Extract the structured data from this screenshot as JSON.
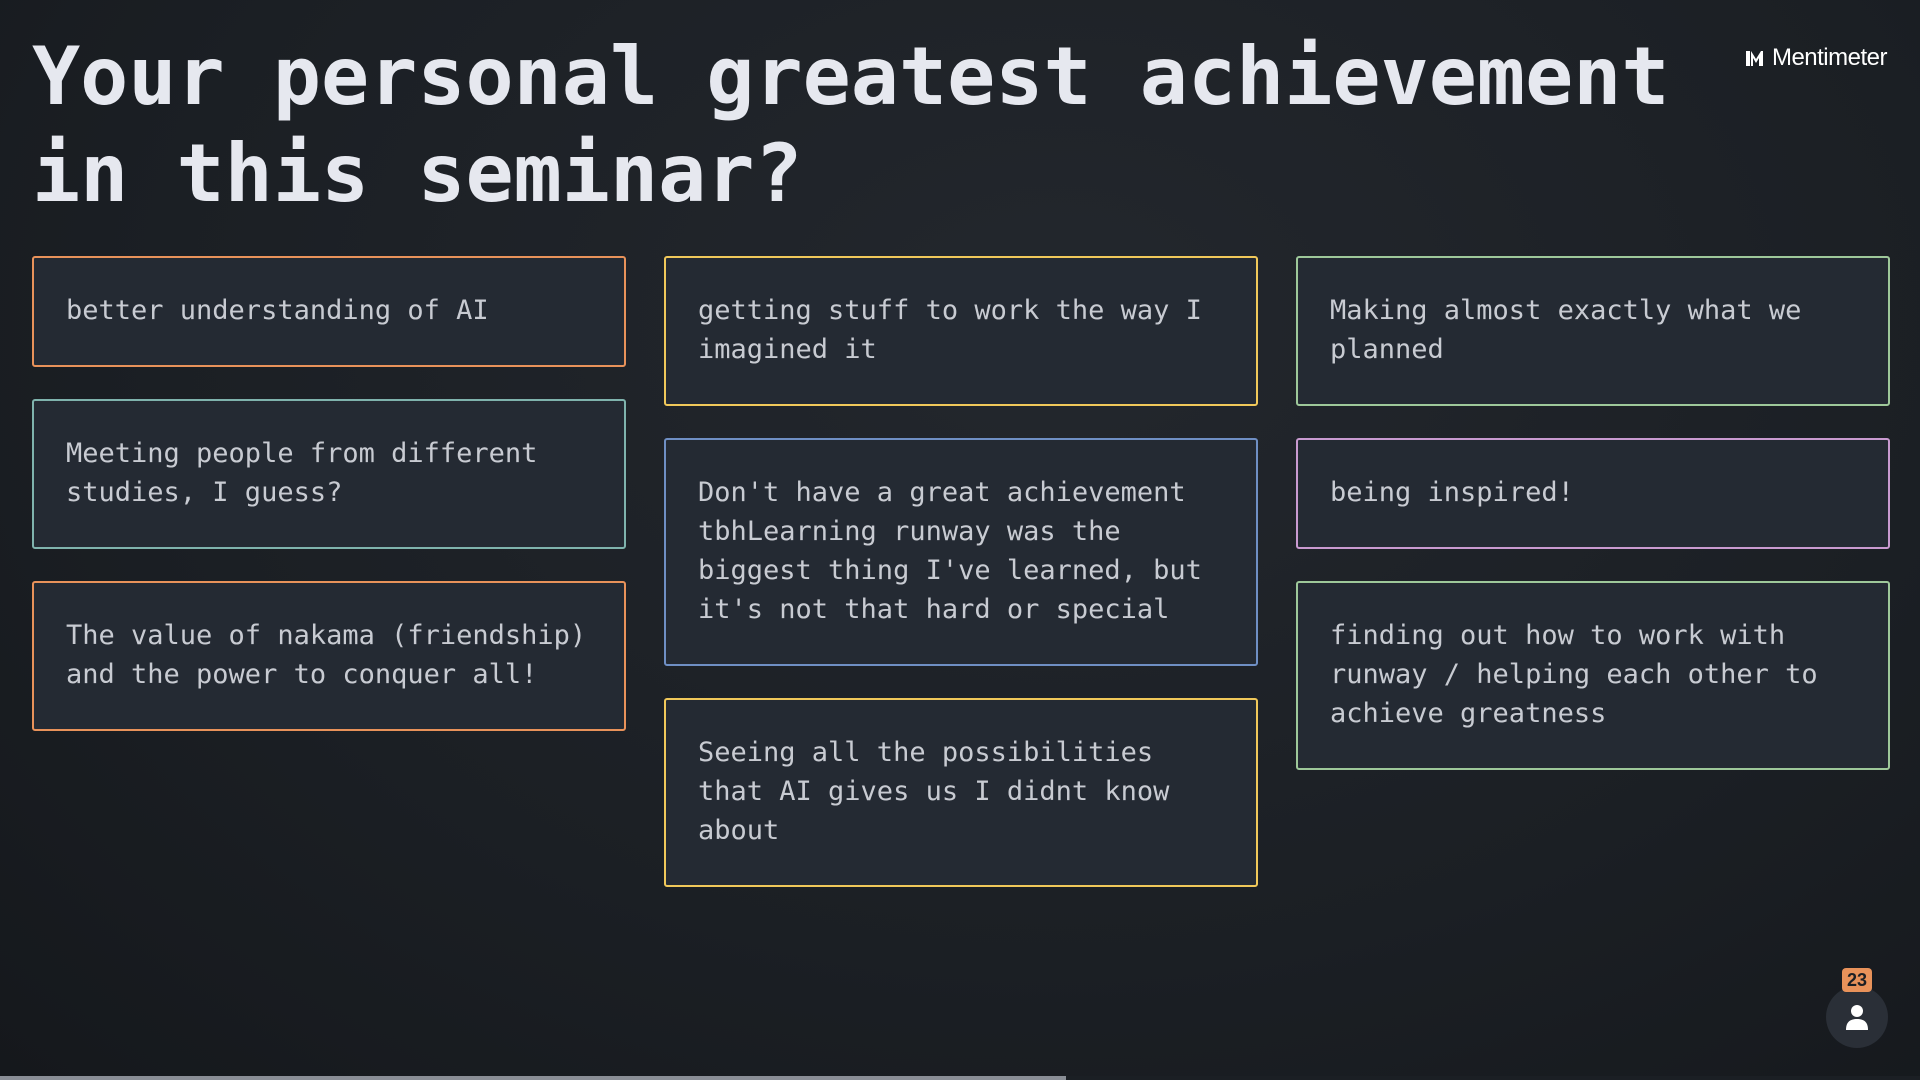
{
  "slide": {
    "title": "Your personal greatest achievement in this seminar?",
    "brand": "Mentimeter"
  },
  "colors": {
    "orange": "#e8925a",
    "yellow": "#f0c85a",
    "green": "#9ec89a",
    "teal": "#7fb3ad",
    "blue": "#6f8fc4",
    "pink": "#c99ad0"
  },
  "columns": [
    [
      {
        "text": "better understanding of AI",
        "color": "orange"
      },
      {
        "text": "Meeting people from different studies, I guess?",
        "color": "teal"
      },
      {
        "text": "The value of nakama (friendship) and the power to conquer all!",
        "color": "orange"
      }
    ],
    [
      {
        "text": "getting stuff to work the way I imagined it",
        "color": "yellow"
      },
      {
        "text": "Don't have a great achievement tbhLearning runway was the biggest thing I've learned, but it's not that hard or special",
        "color": "blue"
      },
      {
        "text": "Seeing all the possibilities that AI gives us I didnt know about",
        "color": "yellow"
      }
    ],
    [
      {
        "text": "Making almost exactly what we planned",
        "color": "green"
      },
      {
        "text": "being inspired!",
        "color": "pink"
      },
      {
        "text": "finding out how to work with runway / helping each other to achieve greatness",
        "color": "green"
      }
    ]
  ],
  "participants": {
    "count": "23",
    "icon": "person-icon"
  },
  "progress": {
    "fraction": 0.555
  }
}
